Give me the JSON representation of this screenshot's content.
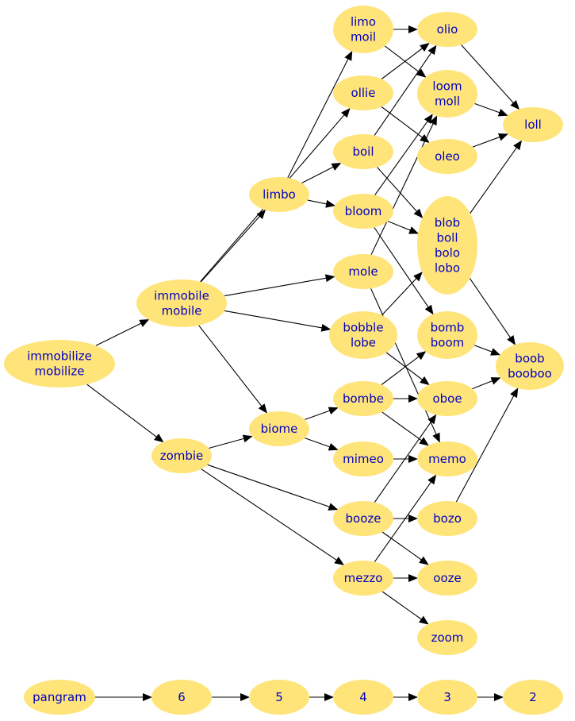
{
  "colors": {
    "node_fill": "#ffe47a",
    "node_text": "#0000c0",
    "edge": "#000000"
  },
  "nodes": [
    {
      "id": "immobilize",
      "lines": [
        "immobilize",
        "mobilize"
      ]
    },
    {
      "id": "immobile",
      "lines": [
        "immobile",
        "mobile"
      ]
    },
    {
      "id": "zombie",
      "lines": [
        "zombie"
      ]
    },
    {
      "id": "limbo",
      "lines": [
        "limbo"
      ]
    },
    {
      "id": "biome",
      "lines": [
        "biome"
      ]
    },
    {
      "id": "limo",
      "lines": [
        "limo",
        "moil"
      ]
    },
    {
      "id": "ollie",
      "lines": [
        "ollie"
      ]
    },
    {
      "id": "boil",
      "lines": [
        "boil"
      ]
    },
    {
      "id": "bloom",
      "lines": [
        "bloom"
      ]
    },
    {
      "id": "mole",
      "lines": [
        "mole"
      ]
    },
    {
      "id": "bobble",
      "lines": [
        "bobble",
        "lobe"
      ]
    },
    {
      "id": "bombe",
      "lines": [
        "bombe"
      ]
    },
    {
      "id": "mimeo",
      "lines": [
        "mimeo"
      ]
    },
    {
      "id": "booze",
      "lines": [
        "booze"
      ]
    },
    {
      "id": "mezzo",
      "lines": [
        "mezzo"
      ]
    },
    {
      "id": "olio",
      "lines": [
        "olio"
      ]
    },
    {
      "id": "loom",
      "lines": [
        "loom",
        "moll"
      ]
    },
    {
      "id": "oleo",
      "lines": [
        "oleo"
      ]
    },
    {
      "id": "blob",
      "lines": [
        "blob",
        "boll",
        "bolo",
        "lobo"
      ]
    },
    {
      "id": "bomb",
      "lines": [
        "bomb",
        "boom"
      ]
    },
    {
      "id": "oboe",
      "lines": [
        "oboe"
      ]
    },
    {
      "id": "memo",
      "lines": [
        "memo"
      ]
    },
    {
      "id": "bozo",
      "lines": [
        "bozo"
      ]
    },
    {
      "id": "ooze",
      "lines": [
        "ooze"
      ]
    },
    {
      "id": "zoom",
      "lines": [
        "zoom"
      ]
    },
    {
      "id": "loll",
      "lines": [
        "loll"
      ]
    },
    {
      "id": "boob",
      "lines": [
        "boob",
        "booboo"
      ]
    },
    {
      "id": "pangram",
      "lines": [
        "pangram"
      ]
    },
    {
      "id": "r6",
      "lines": [
        "6"
      ]
    },
    {
      "id": "r5",
      "lines": [
        "5"
      ]
    },
    {
      "id": "r4",
      "lines": [
        "4"
      ]
    },
    {
      "id": "r3",
      "lines": [
        "3"
      ]
    },
    {
      "id": "r2",
      "lines": [
        "2"
      ]
    }
  ],
  "edges": [
    [
      "immobilize",
      "immobile"
    ],
    [
      "immobilize",
      "zombie"
    ],
    [
      "immobile",
      "ollie"
    ],
    [
      "immobile",
      "limbo"
    ],
    [
      "immobile",
      "mole"
    ],
    [
      "immobile",
      "bobble"
    ],
    [
      "immobile",
      "biome"
    ],
    [
      "zombie",
      "biome"
    ],
    [
      "zombie",
      "booze"
    ],
    [
      "zombie",
      "mezzo"
    ],
    [
      "limbo",
      "limo"
    ],
    [
      "limbo",
      "boil"
    ],
    [
      "limbo",
      "bloom"
    ],
    [
      "biome",
      "bombe"
    ],
    [
      "biome",
      "mimeo"
    ],
    [
      "limo",
      "olio"
    ],
    [
      "limo",
      "loom"
    ],
    [
      "ollie",
      "olio"
    ],
    [
      "ollie",
      "oleo"
    ],
    [
      "boil",
      "olio"
    ],
    [
      "boil",
      "blob"
    ],
    [
      "bloom",
      "loom"
    ],
    [
      "bloom",
      "blob"
    ],
    [
      "bloom",
      "bomb"
    ],
    [
      "mole",
      "loom"
    ],
    [
      "mole",
      "memo"
    ],
    [
      "bobble",
      "blob"
    ],
    [
      "bobble",
      "oboe"
    ],
    [
      "bombe",
      "bomb"
    ],
    [
      "bombe",
      "oboe"
    ],
    [
      "bombe",
      "memo"
    ],
    [
      "mimeo",
      "memo"
    ],
    [
      "booze",
      "oboe"
    ],
    [
      "booze",
      "bozo"
    ],
    [
      "booze",
      "ooze"
    ],
    [
      "mezzo",
      "memo"
    ],
    [
      "mezzo",
      "ooze"
    ],
    [
      "mezzo",
      "zoom"
    ],
    [
      "olio",
      "loll"
    ],
    [
      "loom",
      "loll"
    ],
    [
      "oleo",
      "loll"
    ],
    [
      "blob",
      "loll"
    ],
    [
      "blob",
      "boob"
    ],
    [
      "bomb",
      "boob"
    ],
    [
      "oboe",
      "boob"
    ],
    [
      "bozo",
      "boob"
    ],
    [
      "pangram",
      "r6"
    ],
    [
      "r6",
      "r5"
    ],
    [
      "r5",
      "r4"
    ],
    [
      "r4",
      "r3"
    ],
    [
      "r3",
      "r2"
    ]
  ]
}
